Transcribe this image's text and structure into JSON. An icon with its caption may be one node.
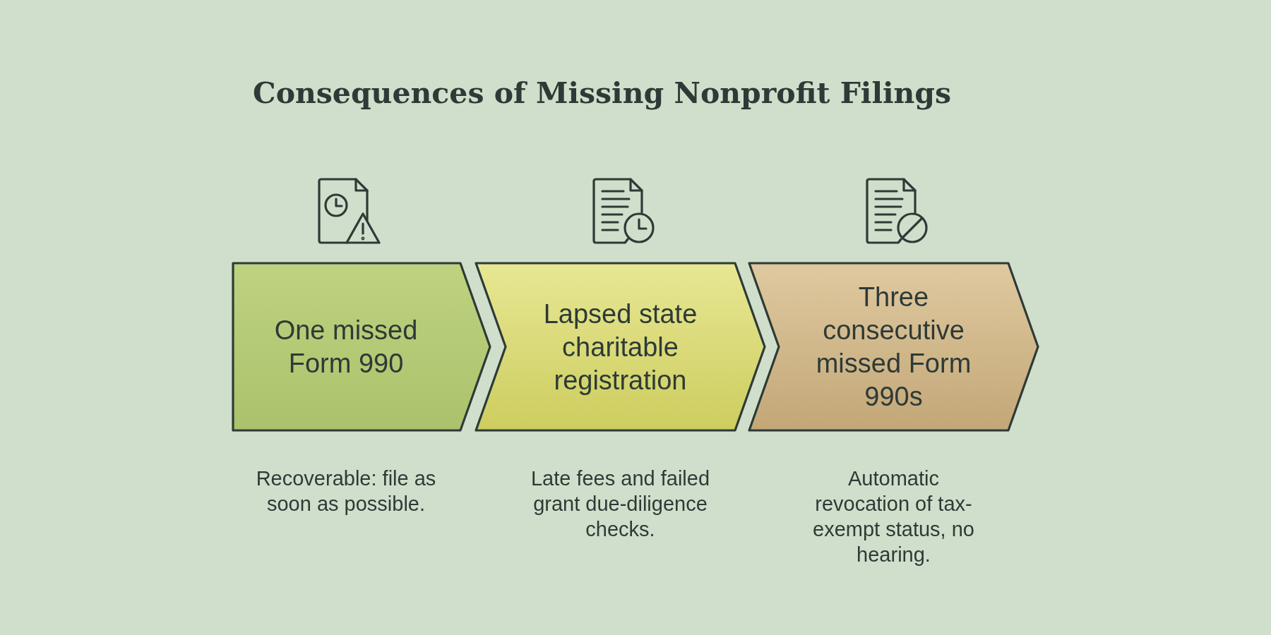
{
  "diagram": {
    "title": "Consequences of Missing Nonprofit Filings",
    "nodes": [
      {
        "text": [
          "One missed Form 990"
        ],
        "beside": [
          "Recoverable: file as soon as possible."
        ]
      },
      {
        "text": [
          "Lapsed state charitable registration"
        ],
        "beside": [
          "Late fees and failed grant due-diligence checks."
        ]
      },
      {
        "text": [
          "Three consecutive missed Form 990s"
        ],
        "beside": [
          "Automatic revocation of tax-exempt status, no hearing."
        ]
      }
    ]
  }
}
